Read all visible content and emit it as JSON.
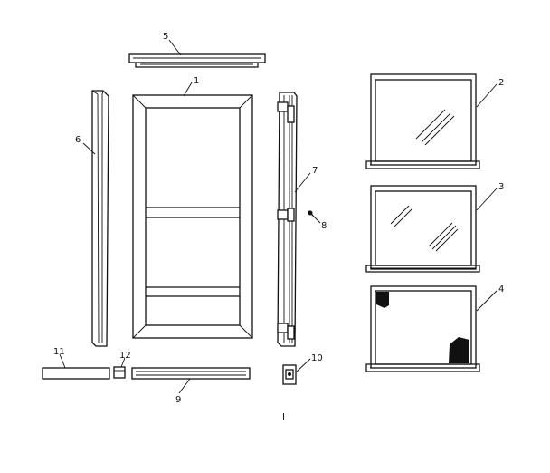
{
  "diagram": {
    "type": "exploded-parts-view",
    "callouts": [
      "1",
      "2",
      "3",
      "4",
      "5",
      "6",
      "7",
      "8",
      "9",
      "10",
      "11",
      "12"
    ],
    "footer_mark": "I"
  }
}
